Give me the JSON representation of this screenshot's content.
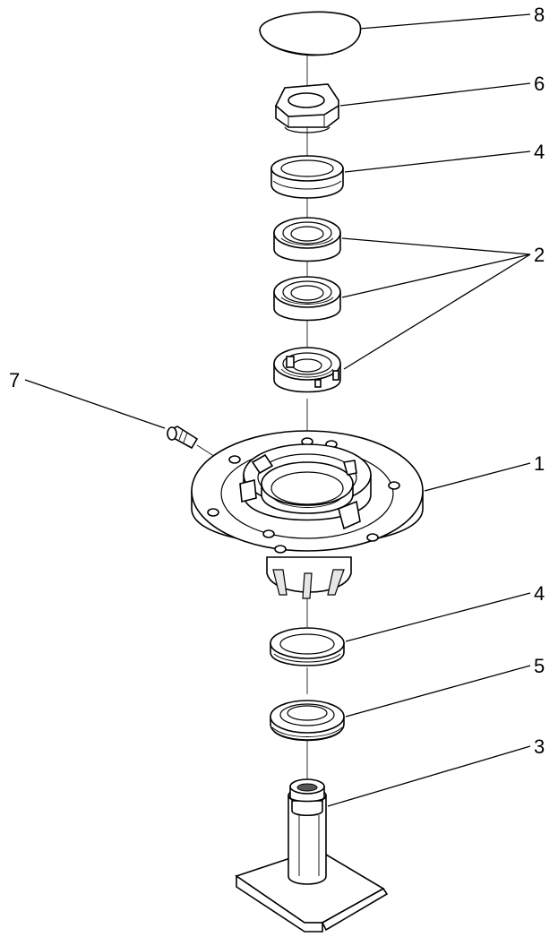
{
  "callouts": {
    "cover": "8",
    "nut": "6",
    "seal_upper": "4",
    "bearings": "2",
    "grease_fitting": "7",
    "housing": "1",
    "seal_lower": "4",
    "spacer": "5",
    "shaft": "3"
  }
}
